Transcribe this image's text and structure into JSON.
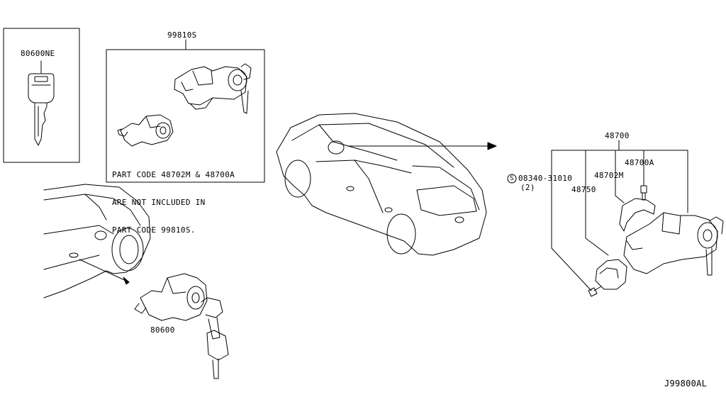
{
  "labels": {
    "key_part": "80600NE",
    "ignition_set": "99810S",
    "door_lock": "80600",
    "lock_assembly": "48700",
    "lock_body": "48700A",
    "lock_cover": "48702M",
    "screw_part": "08340-31010",
    "screw_qty": "(2)",
    "switch_part": "48750",
    "screw_symbol": "S",
    "diagram_id": "J99800AL"
  },
  "note": {
    "line1": "PART CODE 48702M & 48700A",
    "line2": "ARE NOT INCLUDED IN",
    "line3": "PART CODE 99810S."
  }
}
